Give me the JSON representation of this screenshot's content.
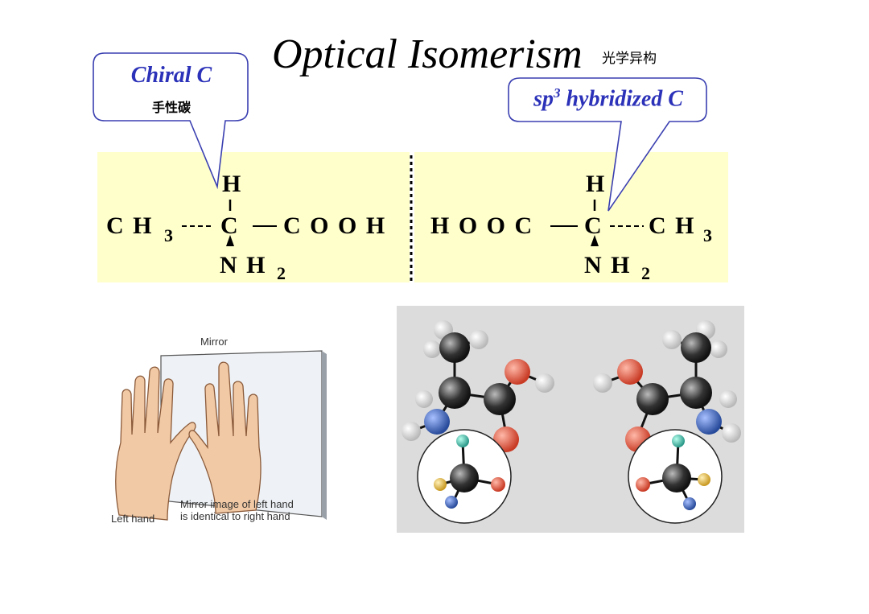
{
  "title": {
    "main": "Optical Isomerism",
    "chinese": "光学异构"
  },
  "callouts": {
    "chiral": {
      "label": "Chiral  C",
      "chinese": "手性碳"
    },
    "sp3": {
      "prefix": "sp",
      "sup": "3",
      "suffix": " hybridized C"
    }
  },
  "left_molecule": {
    "top_H": "H",
    "left_group": "C H",
    "left_sub": "3",
    "center_C": "C",
    "right_group": "C O O H",
    "bottom_group": "N H",
    "bottom_sub": "2"
  },
  "right_molecule": {
    "top_H": "H",
    "left_group": "H O O C",
    "center_C": "C",
    "right_group": "C H",
    "right_sub": "3",
    "bottom_group": "N H",
    "bottom_sub": "2"
  },
  "hands_figure": {
    "mirror_label": "Mirror",
    "left_hand_label": "Left hand",
    "mirror_image_line1": "Mirror image of left hand",
    "mirror_image_line2": "is identical to right hand"
  },
  "colors": {
    "callout_text": "#2b31b8",
    "callout_border": "#3a3fb0",
    "panel_bg": "#ffffcc",
    "model_bg": "#dcdcdc",
    "oxygen": "#e0503a",
    "nitrogen": "#3a64b8",
    "carbon": "#333333",
    "hydrogen": "#e6e6e6",
    "teal": "#3cb8a8",
    "yellow": "#e8c040"
  }
}
